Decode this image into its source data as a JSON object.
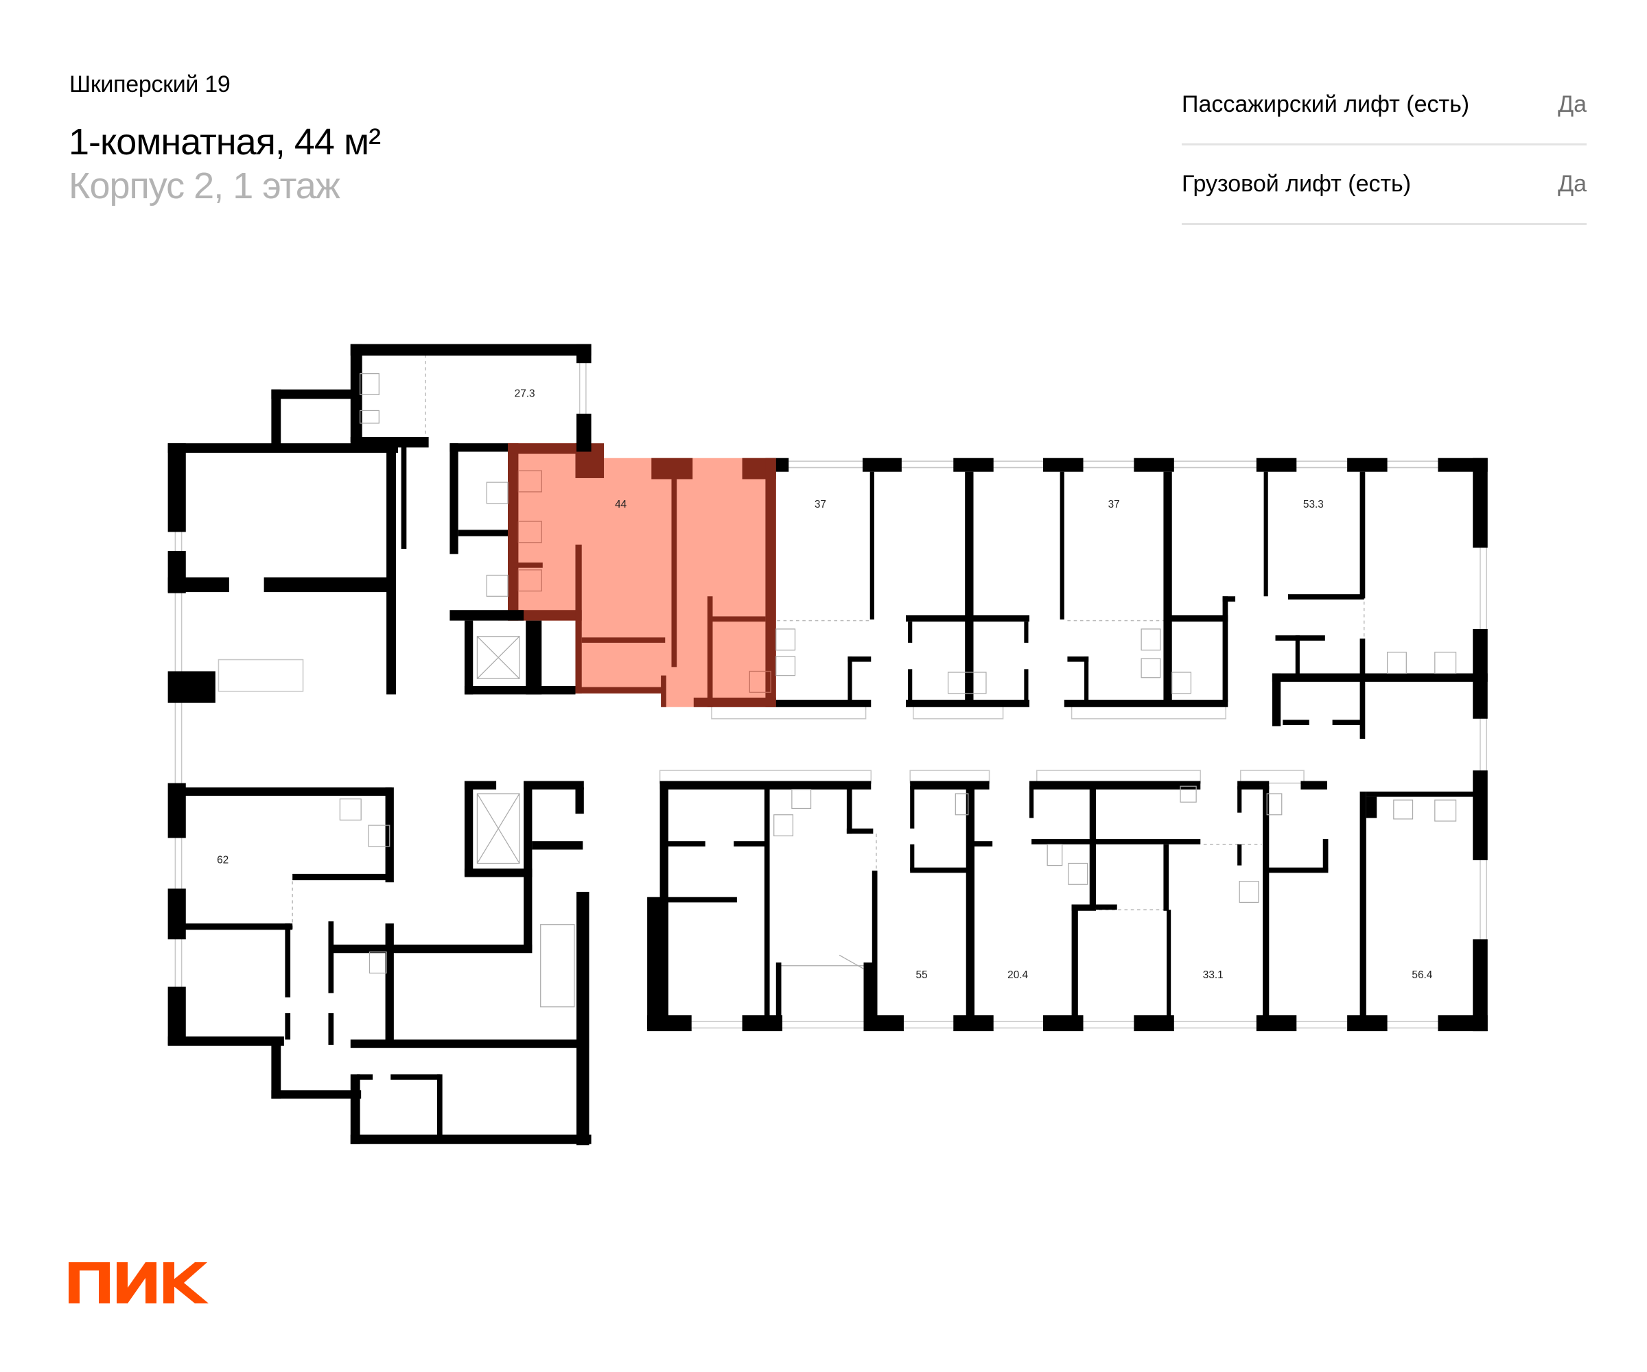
{
  "header": {
    "project_name": "Шкиперский 19",
    "apartment_title": "1-комнатная, 44 м²",
    "location": "Корпус 2, 1 этаж"
  },
  "properties": [
    {
      "label": "Пассажирский лифт (есть)",
      "value": "Да"
    },
    {
      "label": "Грузовой лифт (есть)",
      "value": "Да"
    }
  ],
  "floor_plan": {
    "highlight_fill": "#FFA895",
    "highlight_wall": "#82291A",
    "wall_color": "#000000",
    "apartment_areas": [
      {
        "id": "apt-27-3",
        "label": "27.3"
      },
      {
        "id": "apt-44",
        "label": "44",
        "selected": true
      },
      {
        "id": "apt-37-a",
        "label": "37"
      },
      {
        "id": "apt-37-b",
        "label": "37"
      },
      {
        "id": "apt-53-3",
        "label": "53.3"
      },
      {
        "id": "apt-62",
        "label": "62"
      },
      {
        "id": "apt-55",
        "label": "55"
      },
      {
        "id": "apt-20-4",
        "label": "20.4"
      },
      {
        "id": "apt-33-1",
        "label": "33.1"
      },
      {
        "id": "apt-56-4",
        "label": "56.4"
      }
    ]
  },
  "brand": {
    "logo_text": "ПИК",
    "logo_color": "#FF4D00"
  }
}
